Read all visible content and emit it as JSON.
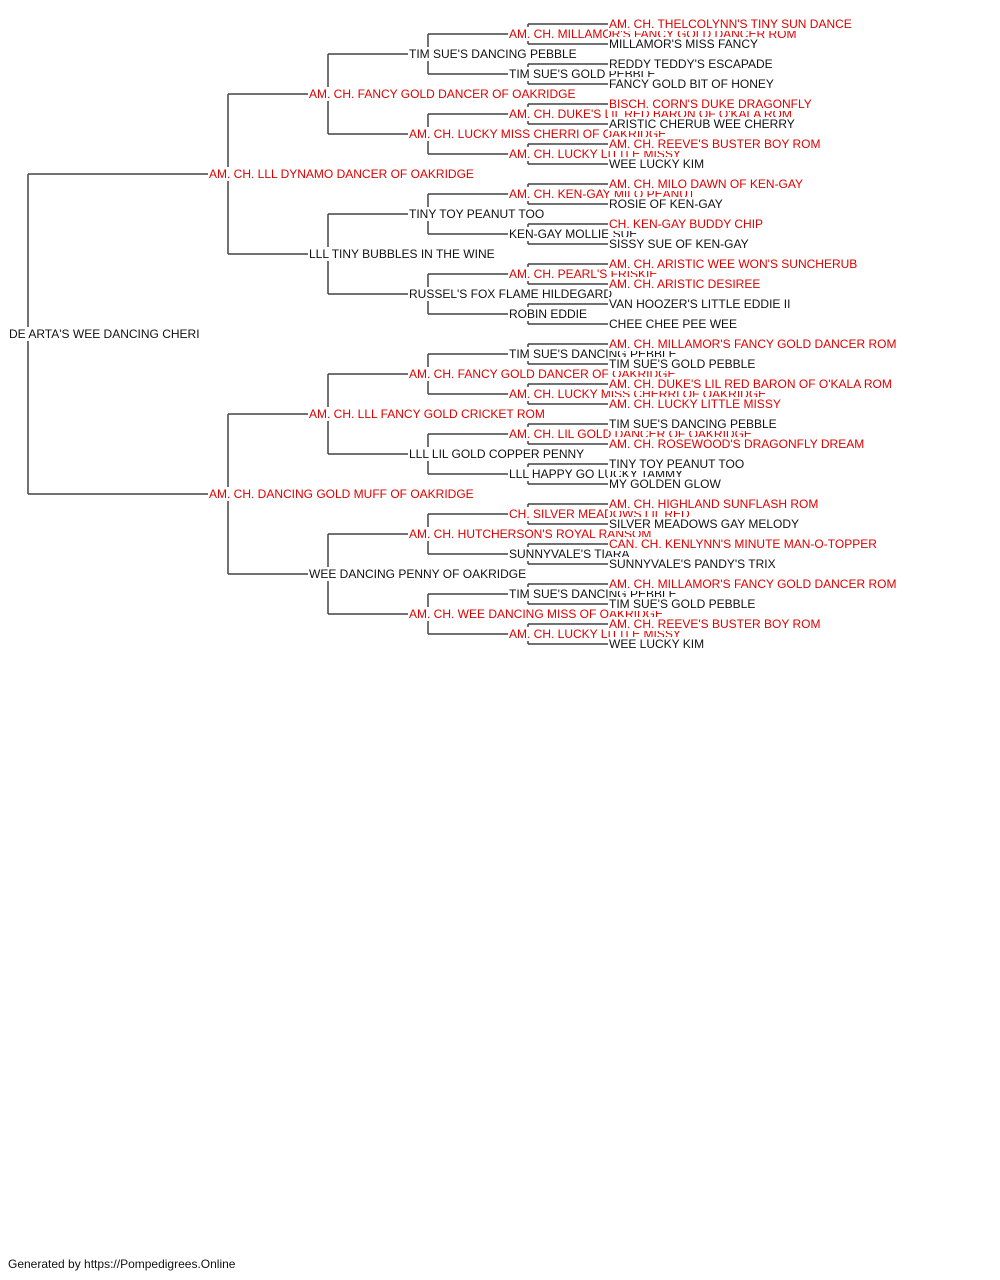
{
  "colors": {
    "champion": "#e00000",
    "normal": "#111111",
    "line": "#444444"
  },
  "pedigree": {
    "name": "DE ARTA'S WEE DANCING CHERI",
    "champion": false,
    "sire": {
      "name": "AM. CH. LLL DYNAMO DANCER OF OAKRIDGE",
      "champion": true,
      "sire": {
        "name": "AM. CH. FANCY GOLD DANCER OF OAKRIDGE",
        "champion": true,
        "sire": {
          "name": "TIM SUE'S DANCING PEBBLE",
          "champion": false,
          "sire": {
            "name": "AM. CH. MILLAMOR'S FANCY GOLD DANCER ROM",
            "champion": true,
            "sire": {
              "name": "AM. CH. THELCOLYNN'S TINY SUN DANCE",
              "champion": true
            },
            "dam": {
              "name": "MILLAMOR'S MISS FANCY",
              "champion": false
            }
          },
          "dam": {
            "name": "TIM SUE'S GOLD PEBBLE",
            "champion": false,
            "sire": {
              "name": "REDDY TEDDY'S ESCAPADE",
              "champion": false
            },
            "dam": {
              "name": "FANCY GOLD BIT OF HONEY",
              "champion": false
            }
          }
        },
        "dam": {
          "name": "AM. CH. LUCKY MISS CHERRI OF OAKRIDGE",
          "champion": true,
          "sire": {
            "name": "AM. CH. DUKE'S LIL RED BARON OF O'KALA ROM",
            "champion": true,
            "sire": {
              "name": "BISCH. CORN'S DUKE DRAGONFLY",
              "champion": true
            },
            "dam": {
              "name": "ARISTIC CHERUB WEE CHERRY",
              "champion": false
            }
          },
          "dam": {
            "name": "AM. CH. LUCKY LITTLE MISSY",
            "champion": true,
            "sire": {
              "name": "AM. CH. REEVE'S BUSTER BOY ROM",
              "champion": true
            },
            "dam": {
              "name": "WEE LUCKY KIM",
              "champion": false
            }
          }
        }
      },
      "dam": {
        "name": "LLL TINY BUBBLES IN THE WINE",
        "champion": false,
        "sire": {
          "name": "TINY TOY PEANUT TOO",
          "champion": false,
          "sire": {
            "name": "AM. CH. KEN-GAY MILO PEANUT",
            "champion": true,
            "sire": {
              "name": "AM. CH. MILO DAWN OF KEN-GAY",
              "champion": true
            },
            "dam": {
              "name": "ROSIE OF KEN-GAY",
              "champion": false
            }
          },
          "dam": {
            "name": "KEN-GAY MOLLIE SUE",
            "champion": false,
            "sire": {
              "name": "CH. KEN-GAY BUDDY CHIP",
              "champion": true
            },
            "dam": {
              "name": "SISSY SUE OF KEN-GAY",
              "champion": false
            }
          }
        },
        "dam": {
          "name": "RUSSEL'S FOX FLAME HILDEGARD",
          "champion": false,
          "sire": {
            "name": "AM. CH. PEARL'S FRISKIE",
            "champion": true,
            "sire": {
              "name": "AM. CH. ARISTIC WEE WON'S SUNCHERUB",
              "champion": true
            },
            "dam": {
              "name": "AM. CH. ARISTIC DESIREE",
              "champion": true
            }
          },
          "dam": {
            "name": "ROBIN EDDIE",
            "champion": false,
            "sire": {
              "name": "VAN HOOZER'S LITTLE EDDIE II",
              "champion": false
            },
            "dam": {
              "name": "CHEE CHEE PEE WEE",
              "champion": false
            }
          }
        }
      }
    },
    "dam": {
      "name": "AM. CH. DANCING GOLD MUFF OF OAKRIDGE",
      "champion": true,
      "sire": {
        "name": "AM. CH. LLL FANCY GOLD CRICKET ROM",
        "champion": true,
        "sire": {
          "name": "AM. CH. FANCY GOLD DANCER OF OAKRIDGE",
          "champion": true,
          "sire": {
            "name": "TIM SUE'S DANCING PEBBLE",
            "champion": false,
            "sire": {
              "name": "AM. CH. MILLAMOR'S FANCY GOLD DANCER ROM",
              "champion": true
            },
            "dam": {
              "name": "TIM SUE'S GOLD PEBBLE",
              "champion": false
            }
          },
          "dam": {
            "name": "AM. CH. LUCKY MISS CHERRI OF OAKRIDGE",
            "champion": true,
            "sire": {
              "name": "AM. CH. DUKE'S LIL RED BARON OF O'KALA ROM",
              "champion": true
            },
            "dam": {
              "name": "AM. CH. LUCKY LITTLE MISSY",
              "champion": true
            }
          }
        },
        "dam": {
          "name": "LLL LIL GOLD COPPER PENNY",
          "champion": false,
          "sire": {
            "name": "AM. CH. LIL GOLD DANCER OF OAKRIDGE",
            "champion": true,
            "sire": {
              "name": "TIM SUE'S DANCING PEBBLE",
              "champion": false
            },
            "dam": {
              "name": "AM. CH. ROSEWOOD'S DRAGONFLY DREAM",
              "champion": true
            }
          },
          "dam": {
            "name": "LLL HAPPY GO LUCKY TAMMY",
            "champion": false,
            "sire": {
              "name": "TINY TOY PEANUT TOO",
              "champion": false
            },
            "dam": {
              "name": "MY GOLDEN GLOW",
              "champion": false
            }
          }
        }
      },
      "dam": {
        "name": "WEE DANCING PENNY OF OAKRIDGE",
        "champion": false,
        "sire": {
          "name": "AM. CH. HUTCHERSON'S ROYAL RANSOM",
          "champion": true,
          "sire": {
            "name": "CH. SILVER MEADOWS LIL RED",
            "champion": true,
            "sire": {
              "name": "AM. CH. HIGHLAND SUNFLASH ROM",
              "champion": true
            },
            "dam": {
              "name": "SILVER MEADOWS GAY MELODY",
              "champion": false
            }
          },
          "dam": {
            "name": "SUNNYVALE'S TIARA",
            "champion": false,
            "sire": {
              "name": "CAN. CH. KENLYNN'S MINUTE MAN-O-TOPPER",
              "champion": true
            },
            "dam": {
              "name": "SUNNYVALE'S PANDY'S TRIX",
              "champion": false
            }
          }
        },
        "dam": {
          "name": "AM. CH. WEE DANCING MISS OF OAKRIDGE",
          "champion": true,
          "sire": {
            "name": "TIM SUE'S DANCING PEBBLE",
            "champion": false,
            "sire": {
              "name": "AM. CH. MILLAMOR'S FANCY GOLD DANCER ROM",
              "champion": true
            },
            "dam": {
              "name": "TIM SUE'S GOLD PEBBLE",
              "champion": false
            }
          },
          "dam": {
            "name": "AM. CH. LUCKY LITTLE MISSY",
            "champion": true,
            "sire": {
              "name": "AM. CH. REEVE'S BUSTER BOY ROM",
              "champion": true
            },
            "dam": {
              "name": "WEE LUCKY KIM",
              "champion": false
            }
          }
        }
      }
    }
  },
  "footer": "Generated by https://Pompedigrees.Online"
}
